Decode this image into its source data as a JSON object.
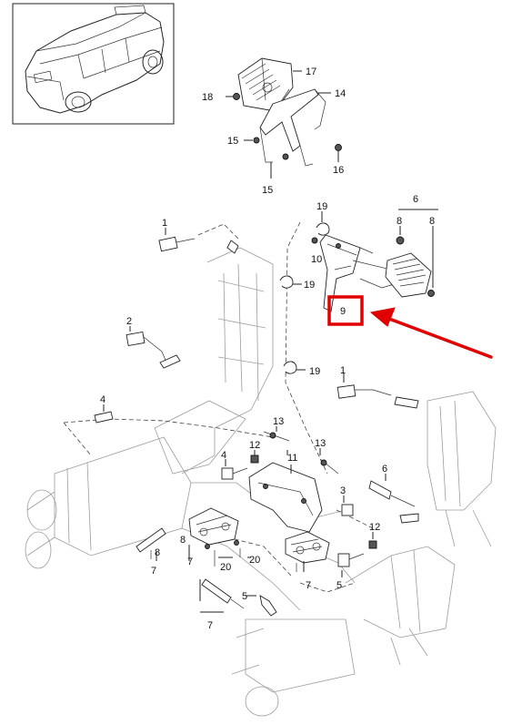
{
  "callouts": {
    "p17": "17",
    "p18": "18",
    "p14": "14",
    "p15a": "15",
    "p15b": "15",
    "p16": "16",
    "p1a": "1",
    "p1b": "1",
    "p2": "2",
    "p4a": "4",
    "p4b": "4",
    "p19a": "19",
    "p19b": "19",
    "p19c": "19",
    "p10": "10",
    "p6a": "6",
    "p6b": "6",
    "p8a": "8",
    "p8b": "8",
    "p9": "9",
    "p13a": "13",
    "p13b": "13",
    "p12a": "12",
    "p12b": "12",
    "p11": "11",
    "p3": "3",
    "p8c": "8",
    "p7a": "7",
    "p8d": "8",
    "p7b": "7",
    "p20a": "20",
    "p20b": "20",
    "p5a": "5",
    "p5b": "5",
    "p7c": "7"
  },
  "colors": {
    "highlight": "#e00000",
    "line": "#222222",
    "ghost": "#9c9c9c"
  },
  "highlighted_part": "9"
}
